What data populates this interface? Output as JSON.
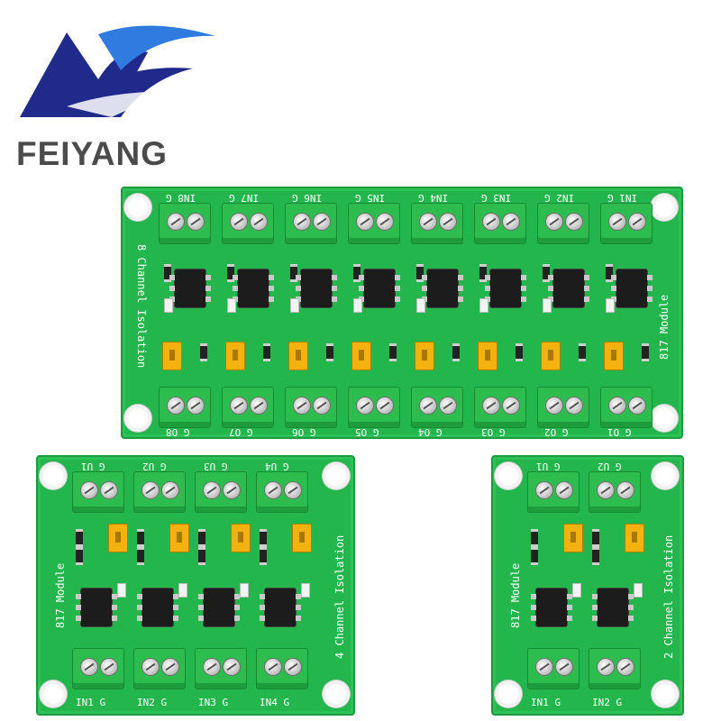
{
  "brand": {
    "name": "FEIYANG",
    "colors": {
      "dark_blue": "#1f2a8a",
      "light_blue": "#2f7be0",
      "gray": "#4b4b4b"
    }
  },
  "boards": {
    "board8": {
      "title": "8 Channel Isolation",
      "module": "817 Module",
      "top_labels": [
        "IN8 G",
        "IN7 G",
        "IN6 G",
        "IN5 G",
        "IN4 G",
        "IN3 G",
        "IN2 G",
        "IN1 G"
      ],
      "bottom_labels": [
        "G O8",
        "G O7",
        "G O6",
        "G O5",
        "G O4",
        "G O3",
        "G O2",
        "G O1"
      ]
    },
    "board4": {
      "title": "4 Channel Isolation",
      "module": "817 Module",
      "top_labels": [
        "G U1",
        "G U2",
        "G U3",
        "G U4"
      ],
      "bottom_labels": [
        "IN1 G",
        "IN2 G",
        "IN3 G",
        "IN4 G"
      ]
    },
    "board2": {
      "title": "2 Channel Isolation",
      "module": "817 Module",
      "top_labels": [
        "G U1",
        "G U2"
      ],
      "bottom_labels": [
        "IN1 G",
        "IN2 G"
      ]
    }
  },
  "colors": {
    "pcb_green": "#23b64c",
    "terminal_green": "#2dbd4e",
    "jumper_yellow": "#f3b20f"
  }
}
